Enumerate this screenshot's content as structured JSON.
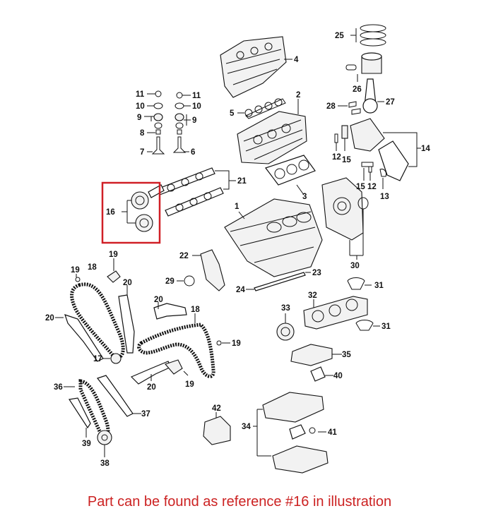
{
  "caption": "Part can be found as reference #16 in illustration",
  "colors": {
    "caption": "#cc2222",
    "highlight": "#d01f26",
    "line": "#111111"
  },
  "highlighted_reference": "16",
  "labels": {
    "l1": "1",
    "l2": "2",
    "l3": "3",
    "l4": "4",
    "l5": "5",
    "l6": "6",
    "l7": "7",
    "l8": "8",
    "l9a": "9",
    "l9b": "9",
    "l10a": "10",
    "l10b": "10",
    "l11a": "11",
    "l11b": "11",
    "l12a": "12",
    "l12b": "12",
    "l13": "13",
    "l14": "14",
    "l15a": "15",
    "l15b": "15",
    "l16": "16",
    "l17": "17",
    "l18a": "18",
    "l18b": "18",
    "l19a": "19",
    "l19b": "19",
    "l19c": "19",
    "l19d": "19",
    "l20a": "20",
    "l20b": "20",
    "l20c": "20",
    "l20d": "20",
    "l21": "21",
    "l22": "22",
    "l23": "23",
    "l24": "24",
    "l25": "25",
    "l26": "26",
    "l27": "27",
    "l28": "28",
    "l29": "29",
    "l30": "30",
    "l31a": "31",
    "l31b": "31",
    "l32": "32",
    "l33": "33",
    "l34": "34",
    "l35": "35",
    "l36": "36",
    "l37": "37",
    "l38": "38",
    "l39": "39",
    "l40": "40",
    "l41": "41",
    "l42": "42"
  }
}
